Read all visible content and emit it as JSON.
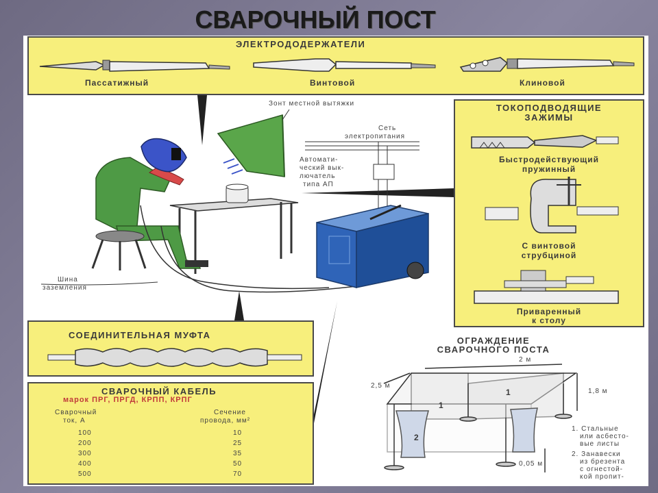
{
  "title": "СВАРОЧНЫЙ ПОСТ",
  "holders": {
    "heading": "ЭЛЕКТРОДОДЕРЖАТЕЛИ",
    "items": [
      "Пассатижный",
      "Винтовой",
      "Клиновой"
    ]
  },
  "clamps": {
    "heading_line1": "ТОКОПОДВОДЯЩИЕ",
    "heading_line2": "ЗАЖИМЫ",
    "spring_line1": "Быстродействующий",
    "spring_line2": "пружинный",
    "screw_line1": "С винтовой",
    "screw_line2": "струбциной",
    "welded_line1": "Приваренный",
    "welded_line2": "к столу"
  },
  "scene": {
    "hood": "Зонт местной вытяжки",
    "network_line1": "Сеть",
    "network_line2": "электропитания",
    "breaker_line1": "Автомати-",
    "breaker_line2": "ческий вык-",
    "breaker_line3": "лючатель",
    "breaker_line4": "типа АП",
    "ground_line1": "Шина",
    "ground_line2": "заземления"
  },
  "coupling": {
    "heading": "СОЕДИНИТЕЛЬНАЯ МУФТА"
  },
  "cable": {
    "heading": "СВАРОЧНЫЙ КАБЕЛЬ",
    "brands": "марок ПРГ, ПРГД, КРПП, КРПГ",
    "col1_line1": "Сварочный",
    "col1_line2": "ток, А",
    "col2_line1": "Сечение",
    "col2_line2": "провода, мм²",
    "rows": [
      [
        "100",
        "10"
      ],
      [
        "200",
        "25"
      ],
      [
        "300",
        "35"
      ],
      [
        "400",
        "50"
      ],
      [
        "500",
        "70"
      ]
    ]
  },
  "fence": {
    "heading_line1": "ОГРАЖДЕНИЕ",
    "heading_line2": "СВАРОЧНОГО ПОСТА",
    "width": "2 м",
    "length": "2,5 м",
    "height": "1,8 м",
    "gap": "0,05 м",
    "marker1": "1",
    "marker2": "2",
    "note1_line1": "1. Стальные",
    "note1_line2": "или асбесто-",
    "note1_line3": "вые листы",
    "note2_line1": "2. Занавески",
    "note2_line2": "из брезента",
    "note2_line3": "с огнестой-",
    "note2_line4": "кой пропит-"
  },
  "colors": {
    "panel": "#f7ef7c",
    "welder_suit": "#4e9a45",
    "helmet": "#3b54c8",
    "machine": "#2f64b8",
    "hood": "#5aa64a"
  }
}
